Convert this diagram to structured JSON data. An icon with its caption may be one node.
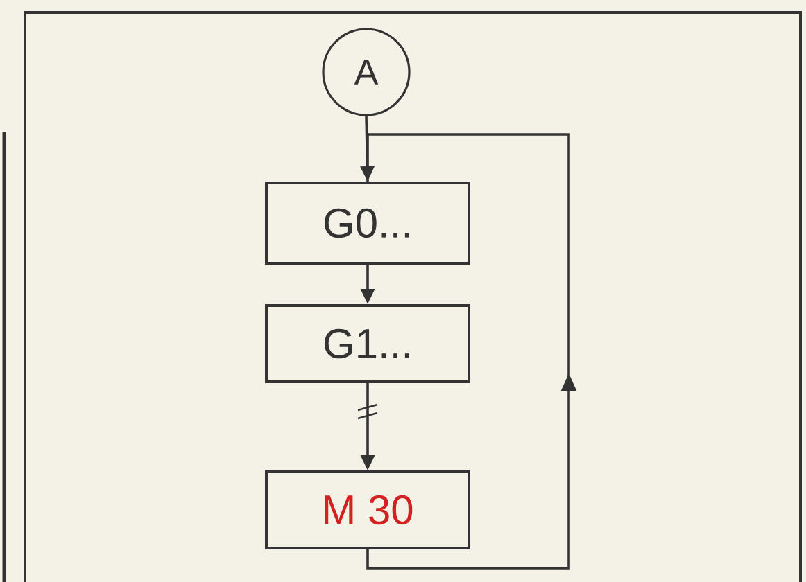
{
  "diagram": {
    "nodes": [
      {
        "text": [
          "A"
        ]
      },
      {
        "text": [
          "G0..."
        ]
      },
      {
        "text": [
          "G1..."
        ]
      },
      {
        "text": [
          "M 30"
        ]
      }
    ],
    "edges": [
      {
        "from": 0,
        "to": 1,
        "arrow": "to"
      },
      {
        "from": 1,
        "to": 2,
        "arrow": "to"
      },
      {
        "from": 2,
        "to": 3,
        "arrow": "to"
      },
      {
        "from": 3,
        "to": 1,
        "arrow": "to"
      }
    ]
  }
}
